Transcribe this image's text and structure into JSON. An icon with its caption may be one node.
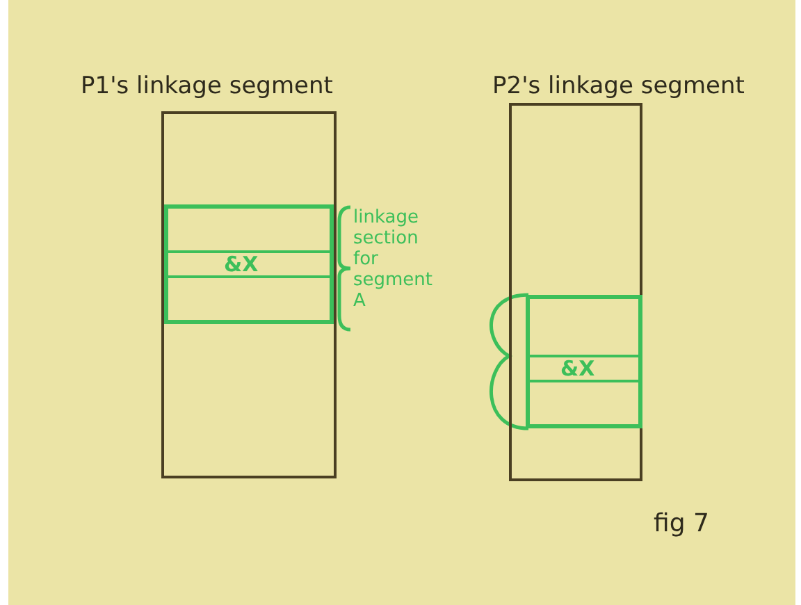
{
  "diagram": {
    "nodes": [
      {
        "text": [
          "P1's linkage segment"
        ]
      },
      {
        "text": [],
        "shape": "box",
        "in": 0,
        "beside": [
          "linkage section for segment A"
        ]
      },
      {
        "text": [
          "&X"
        ],
        "in": 1
      },
      {
        "text": [
          "P2's linkage segment"
        ]
      },
      {
        "text": [],
        "shape": "box",
        "in": 3
      },
      {
        "text": [
          "&X"
        ],
        "in": 4
      }
    ],
    "edges": [],
    "labels": [
      "fig 7"
    ]
  }
}
